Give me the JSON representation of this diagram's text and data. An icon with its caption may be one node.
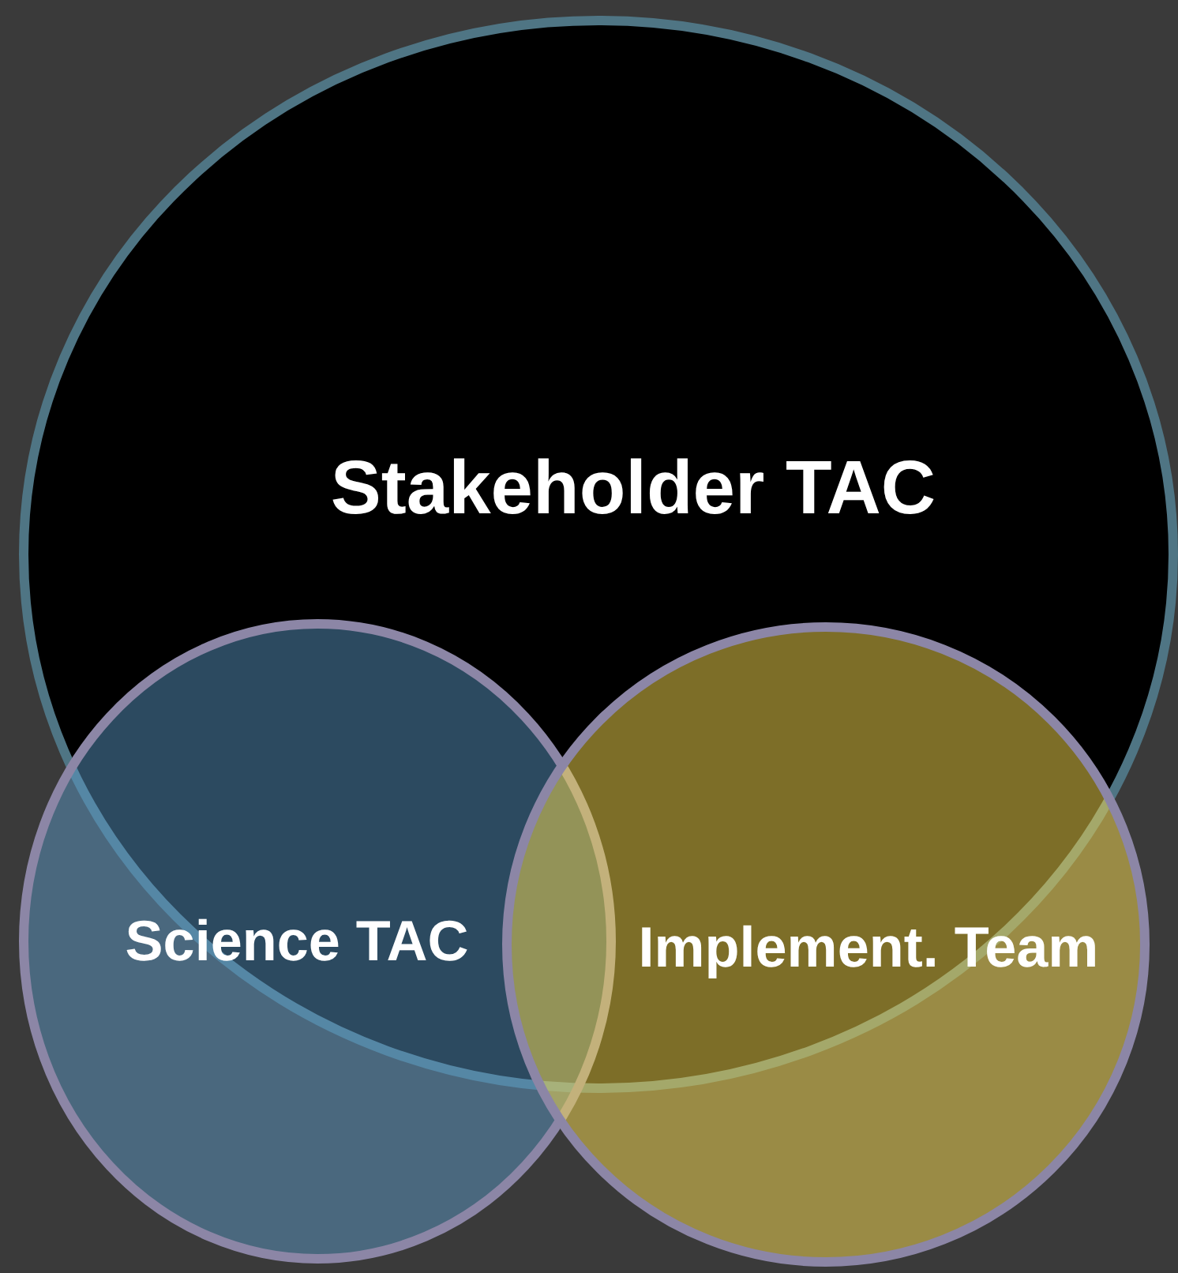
{
  "diagram": {
    "nodes": [
      {
        "text": [
          "Stakeholder TAC"
        ]
      },
      {
        "text": [
          "Science TAC"
        ]
      },
      {
        "text": [
          "Implement. Team"
        ]
      }
    ]
  }
}
